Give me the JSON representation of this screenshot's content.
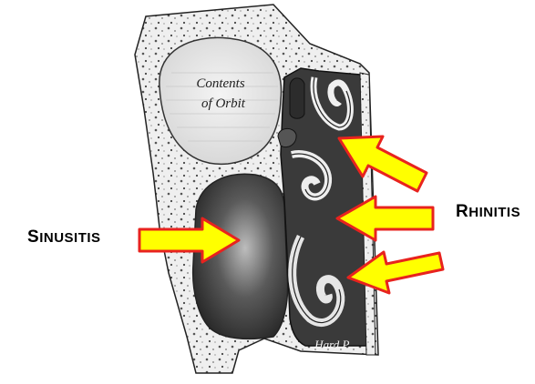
{
  "labels": {
    "left": {
      "first": "S",
      "rest": "INUSITIS"
    },
    "right": {
      "first": "R",
      "rest": "HINITIS"
    }
  },
  "illustration": {
    "orbit_text_line1": "Contents",
    "orbit_text_line2": "of Orbit",
    "palate_text": "Hard P."
  },
  "colors": {
    "arrow_fill": "#ffff00",
    "arrow_stroke": "#e8231e",
    "cavity": "#3a3a3a",
    "bone": "#ececec",
    "outline": "#222222"
  },
  "icons": [
    "right-arrow",
    "left-arrow"
  ]
}
